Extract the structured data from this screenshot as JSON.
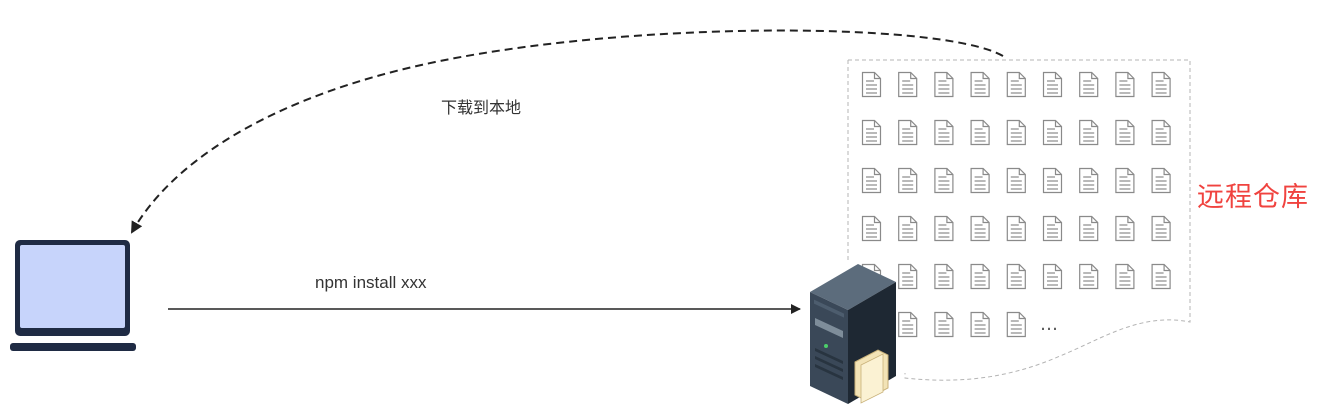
{
  "diagram": {
    "download_label": "下载到本地",
    "install_command": "npm install xxx",
    "repository_label": "远程仓库",
    "ellipsis": "…"
  },
  "colors": {
    "repository_label": "#f0433f",
    "laptop_screen": "#c7d4fb",
    "laptop_frame": "#1f2b44",
    "arrow": "#222222",
    "repo_border": "#b4b4b4",
    "file_icon": "#8a8a8a",
    "server_body": "#2e3a48",
    "folder": "#f2e3b6"
  },
  "icons": {
    "client": "laptop-icon",
    "server": "server-icon",
    "package": "file-icon",
    "folder": "folder-icon"
  },
  "repository": {
    "file_columns": 9,
    "full_rows": 5,
    "last_row_count": 4
  }
}
